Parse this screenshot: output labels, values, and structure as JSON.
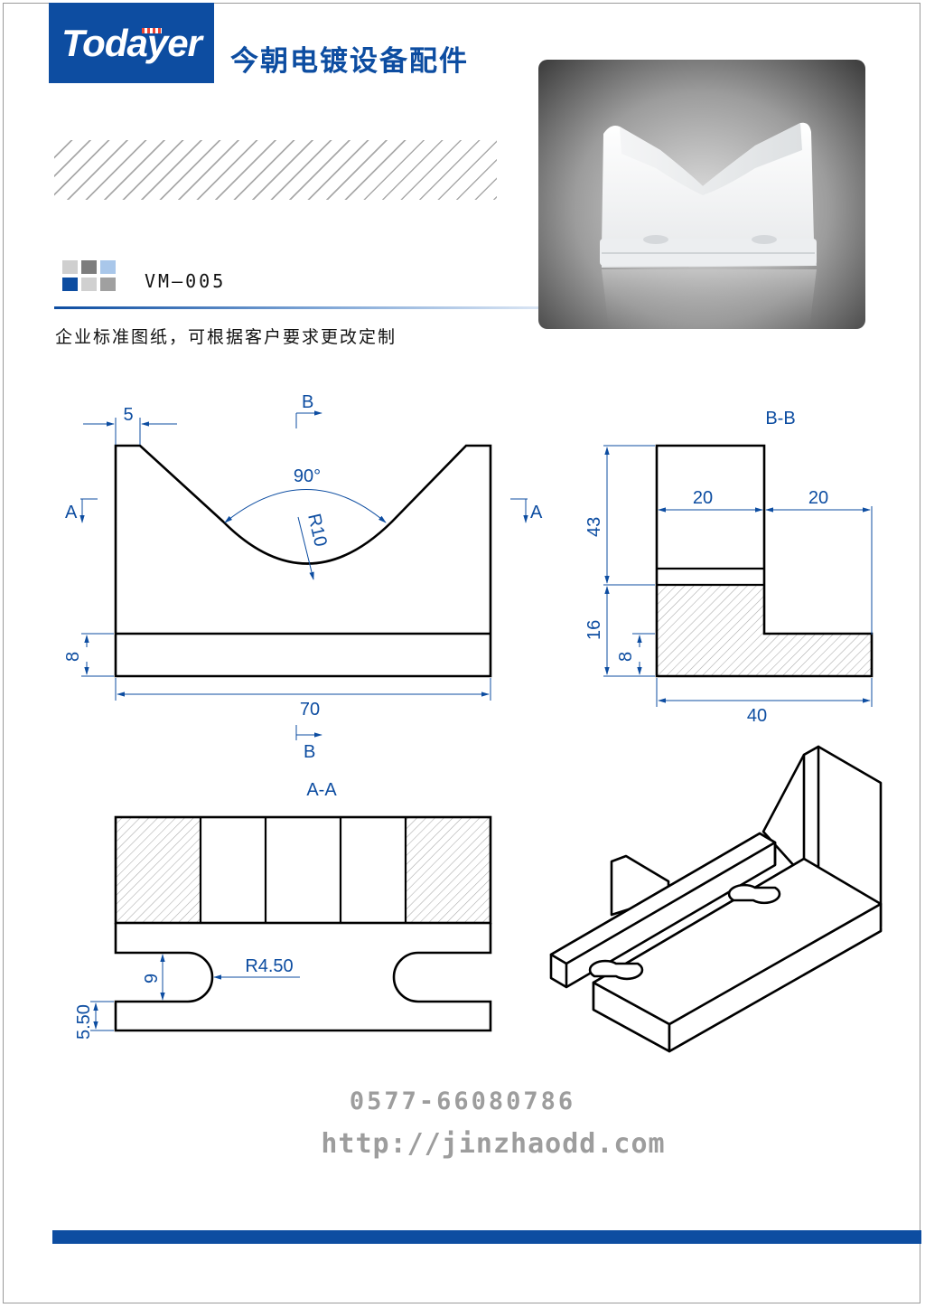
{
  "header": {
    "logo": "Todayer",
    "company": "今朝电镀设备配件"
  },
  "product": {
    "model": "VM—005",
    "note": "企业标准图纸，可根据客户要求更改定制"
  },
  "swatch_colors": [
    "#cfcfcf",
    "#7d7d7d",
    "#a9c7ea",
    "#0d4da1",
    "#d0d0d0",
    "#a0a0a0"
  ],
  "drawing": {
    "front_view": {
      "dim_top": "5",
      "angle": "90°",
      "radius": "R10",
      "dim_base": "8",
      "dim_width": "70",
      "section_a_left": "A",
      "section_a_right": "A",
      "section_b_top": "B",
      "section_b_bottom": "B"
    },
    "section_bb": {
      "title": "B-B",
      "dim_a": "20",
      "dim_b": "20",
      "dim_height": "43",
      "dim_mid": "16",
      "dim_base": "8",
      "dim_width": "40"
    },
    "section_aa": {
      "title": "A-A",
      "radius": "R4.50",
      "dim_slot": "9",
      "dim_base": "5.50"
    }
  },
  "contact": {
    "phone": "0577-66080786",
    "url": "http://jinzhaodd.com"
  },
  "colors": {
    "brand": "#0d4da1",
    "dimension": "#0d4da1",
    "contact_text": "#9d9d9d"
  }
}
